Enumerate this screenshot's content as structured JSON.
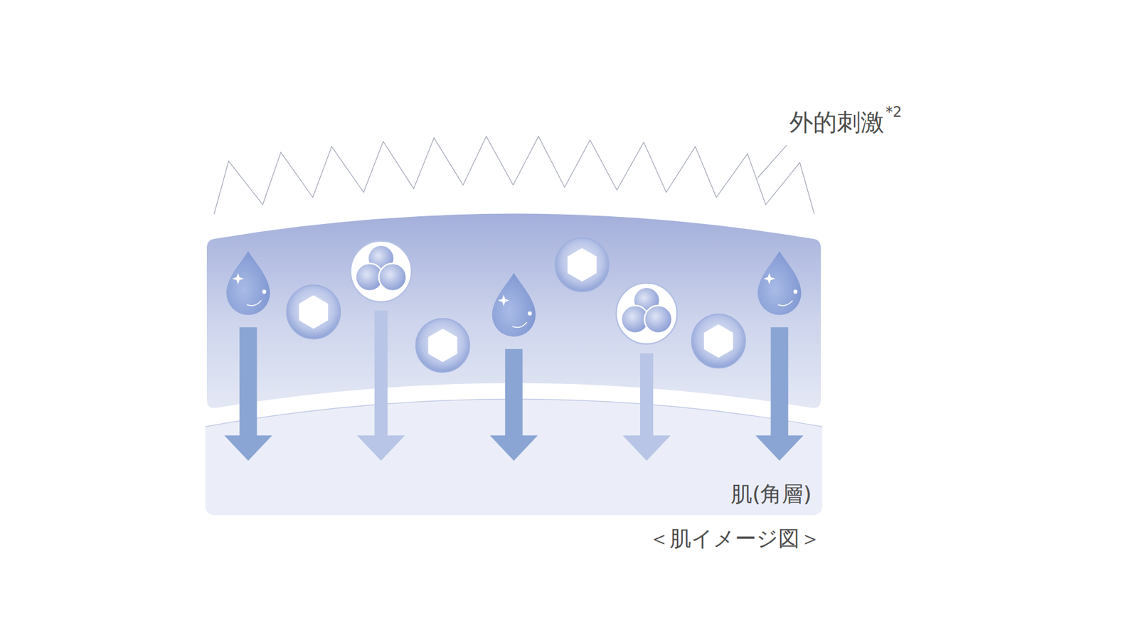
{
  "diagram": {
    "caption": "＜肌イメージ図＞",
    "nodes": [
      {
        "text": [
          "肌(角層)"
        ]
      }
    ],
    "labels": [
      "外的刺激",
      "*2"
    ]
  }
}
